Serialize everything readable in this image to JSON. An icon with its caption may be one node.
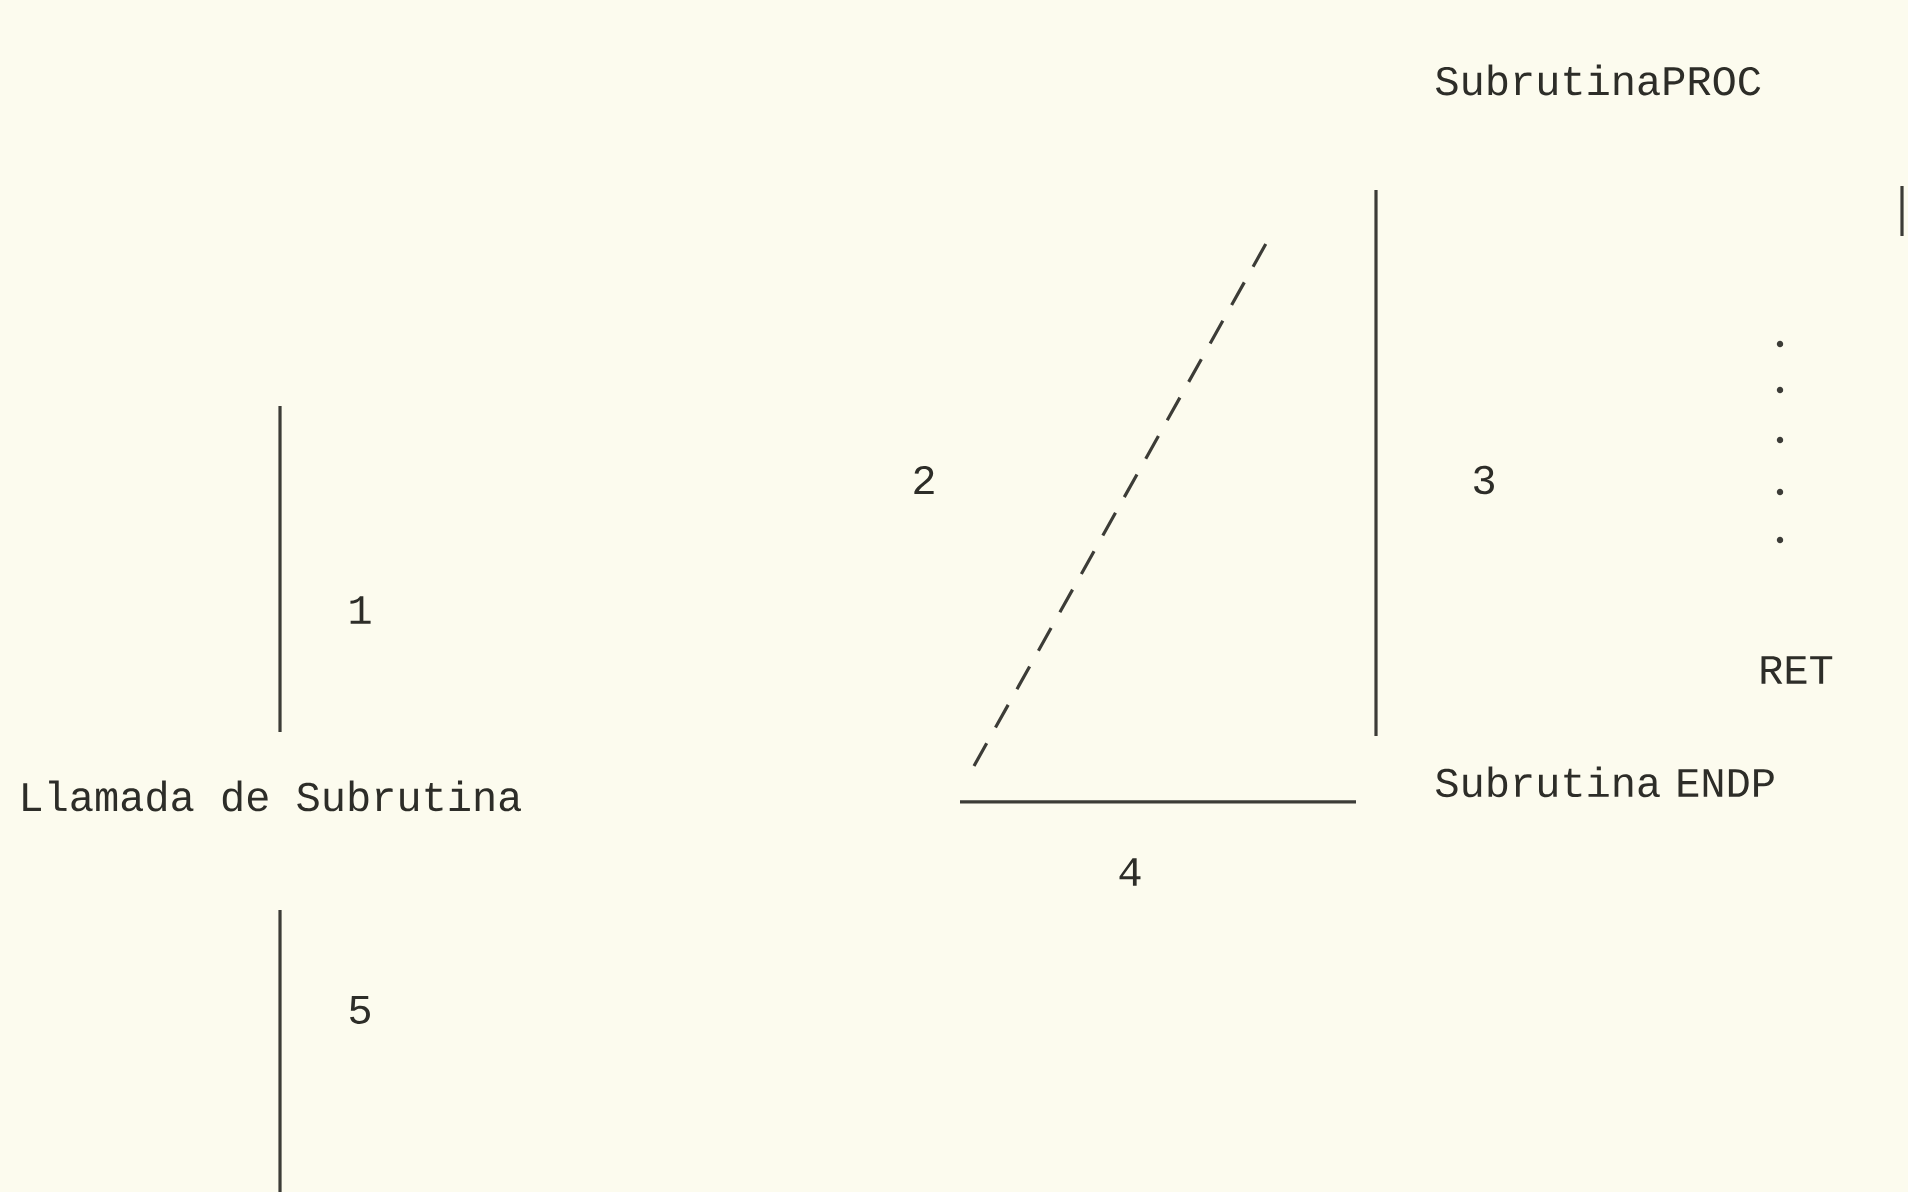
{
  "diagram": {
    "labels": [
      "SubrutinaPROC",
      "2",
      "3",
      "1",
      "RET",
      "Llamada de Subrutina",
      "Subrutina ENDP",
      "4",
      "5"
    ]
  }
}
